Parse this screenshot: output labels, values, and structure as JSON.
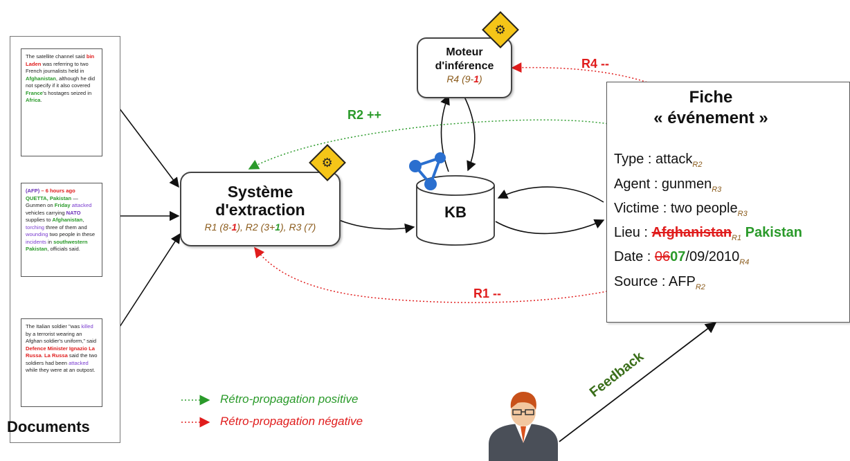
{
  "documents": {
    "label": "Documents",
    "doc1": {
      "parts": [
        "The satellite channel said ",
        "bin Laden",
        " was referring to two French journalists held in ",
        "Afghanistan",
        ", although he did not specify if it also covered ",
        "France",
        "'s hostages seized in ",
        "Africa",
        "."
      ]
    },
    "doc2": {
      "parts": [
        "(AFP)",
        " – 6 hours ago ",
        "QUETTA, Pakistan",
        " — Gunmen on ",
        "Friday",
        " ",
        "attacked",
        " vehicles carrying ",
        "NATO",
        " supplies to ",
        "Afghanistan",
        ", ",
        "torching",
        " three of them and ",
        "wounding",
        " two people in these ",
        "incidents",
        " in ",
        "southwestern Pakistan",
        ", officials said."
      ]
    },
    "doc3": {
      "parts": [
        "The Italian soldier \"was ",
        "killed",
        " by a terrorist wearing an Afghan soldier's uniform,\" said ",
        "Defence Minister Ignazio La Russa",
        ". ",
        "La Russa",
        " said the two soldiers had been ",
        "attacked",
        " while they were at an outpost."
      ]
    }
  },
  "extraction": {
    "title1": "Système",
    "title2": "d'extraction",
    "r1_a": "R1 (8-",
    "r1_b": "1",
    "r1_c": "),",
    "r2_a": " R2 (3+",
    "r2_b": "1",
    "r2_c": "),",
    "r3": " R3 (7)"
  },
  "moteur": {
    "title1": "Moteur",
    "title2": "d'inférence",
    "r4_a": "R4 (9-",
    "r4_b": "1",
    "r4_c": ")"
  },
  "kb": {
    "label": "KB"
  },
  "fiche": {
    "title1": "Fiche",
    "title2": "« événement »",
    "type_label": "Type : attack",
    "type_sub": "R2",
    "agent_label": "Agent : gunmen",
    "agent_sub": "R3",
    "victime_label": "Victime : two people",
    "victime_sub": "R3",
    "lieu_label": "Lieu : ",
    "lieu_old": "Afghanistan",
    "lieu_sub": "R1",
    "lieu_new": "Pakistan",
    "date_label": "Date : ",
    "date_old": "06",
    "date_new": "07",
    "date_rest": "/09/2010",
    "date_sub": "R4",
    "source_label": "Source : AFP",
    "source_sub": "R2"
  },
  "arrows": {
    "r1": "R1 --",
    "r2": "R2 ++",
    "r4": "R4 --",
    "feedback": "Feedback"
  },
  "legend": {
    "positive": "Rétro-propagation positive",
    "negative": "Rétro-propagation négative"
  },
  "colors": {
    "positive": "#2a9a2a",
    "negative": "#e01c1c",
    "gear": "#f5c518",
    "kb_node": "#2a6fcf"
  }
}
